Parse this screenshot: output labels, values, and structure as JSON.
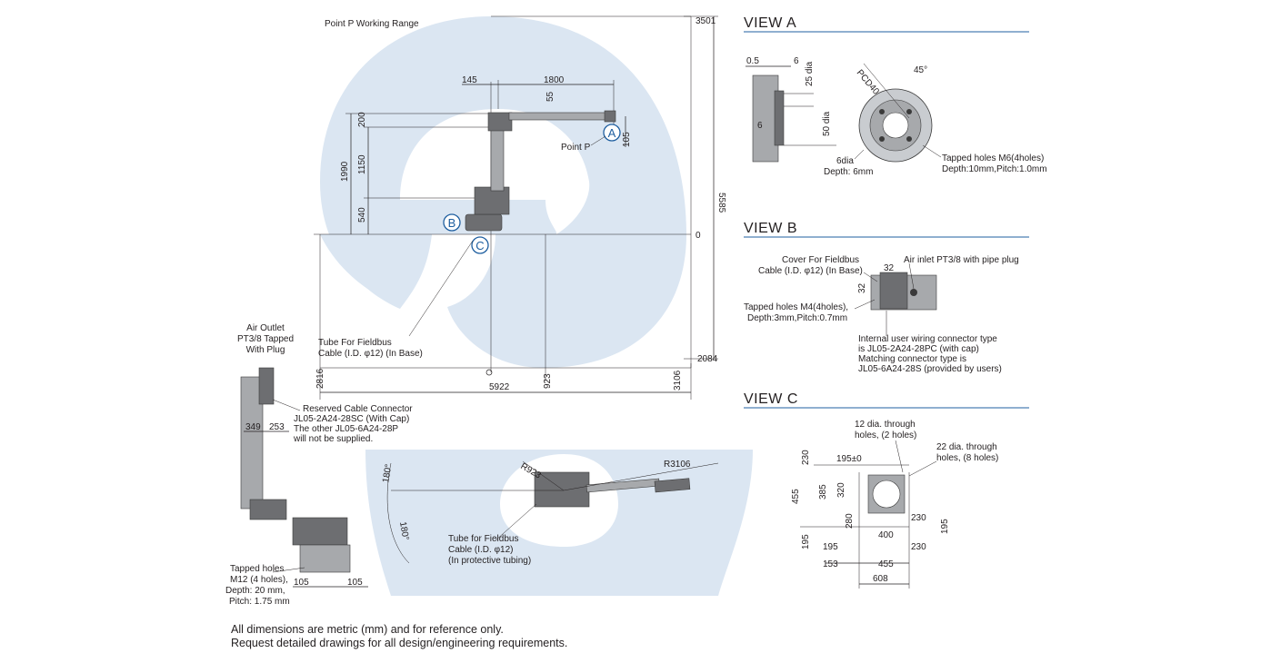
{
  "main_view": {
    "range_label": "Point P Working Range",
    "dims": {
      "top_right": "3501",
      "right_height": "5585",
      "zero": "0",
      "bottom_right": "2084",
      "reach_145": "145",
      "reach_1800": "1800",
      "offset_55": "55",
      "offset_105": "105",
      "h_200": "200",
      "h_1990": "1990",
      "h_1150": "1150",
      "h_540": "540",
      "bottom_2816": "2816",
      "bottom_5922": "5922",
      "bottom_923": "923",
      "bottom_3106": "3106"
    },
    "point_p": "Point P",
    "marker_a": "A",
    "marker_b": "B",
    "marker_c": "C",
    "tube_label": [
      "Tube For Fieldbus",
      "Cable (I.D. φ12) (In Base)"
    ]
  },
  "side_view": {
    "air_outlet": [
      "Air Outlet",
      "PT3/8 Tapped",
      "With Plug"
    ],
    "reserved": [
      "Reserved Cable Connector",
      "JL05-2A24-28SC (With Cap)",
      "The other JL05-6A24-28P",
      "will not be supplied."
    ],
    "dim_349": "349",
    "dim_253": "253",
    "tapped": [
      "Tapped holes",
      "M12 (4 holes),",
      "Depth: 20 mm,",
      "Pitch: 1.75 mm"
    ],
    "dim_105a": "105",
    "dim_105b": "105"
  },
  "top_view": {
    "r923": "R923",
    "r3106": "R3106",
    "ang1": "180°",
    "ang2": "180°",
    "tube_label": [
      "Tube for Fieldbus",
      "Cable (I.D. φ12)",
      "(In protective tubing)"
    ]
  },
  "view_a": {
    "title": "VIEW A",
    "dims": {
      "d05": "0.5",
      "d6a": "6",
      "d25": "25 dia",
      "d6b": "6",
      "d50": "50 dia",
      "pcd": "PCD40",
      "ang": "45°"
    },
    "hole6": [
      "6dia",
      "Depth: 6mm"
    ],
    "tapped": [
      "Tapped holes M6(4holes)",
      "Depth:10mm,Pitch:1.0mm"
    ]
  },
  "view_b": {
    "title": "VIEW B",
    "cover": [
      "Cover For Fieldbus",
      "Cable (I.D. φ12) (In Base)"
    ],
    "air_inlet": "Air inlet PT3/8 with pipe plug",
    "dim_32a": "32",
    "dim_32b": "32",
    "tapped": [
      "Tapped holes M4(4holes),",
      "Depth:3mm,Pitch:0.7mm"
    ],
    "internal": [
      "Internal user wiring connector type",
      "is JL05-2A24-28PC (with cap)",
      "Matching connector type is",
      "JL05-6A24-28S (provided by users)"
    ]
  },
  "view_c": {
    "title": "VIEW C",
    "hole12": [
      "12 dia. through",
      "holes, (2 holes)"
    ],
    "hole22": [
      "22 dia. through",
      "holes, (8 holes)"
    ],
    "dims": {
      "d230a": "230",
      "d195pm": "195±0",
      "d455": "455",
      "d385": "385",
      "d320": "320",
      "d280": "280",
      "d230b": "230",
      "d195r": "195",
      "d400": "400",
      "d195l": "195",
      "d195b": "195",
      "d230c": "230",
      "d153": "153",
      "d455b": "455",
      "d608": "608"
    }
  },
  "footer": [
    "All dimensions are metric (mm) and for reference only.",
    "Request detailed drawings for all design/engineering requirements."
  ]
}
